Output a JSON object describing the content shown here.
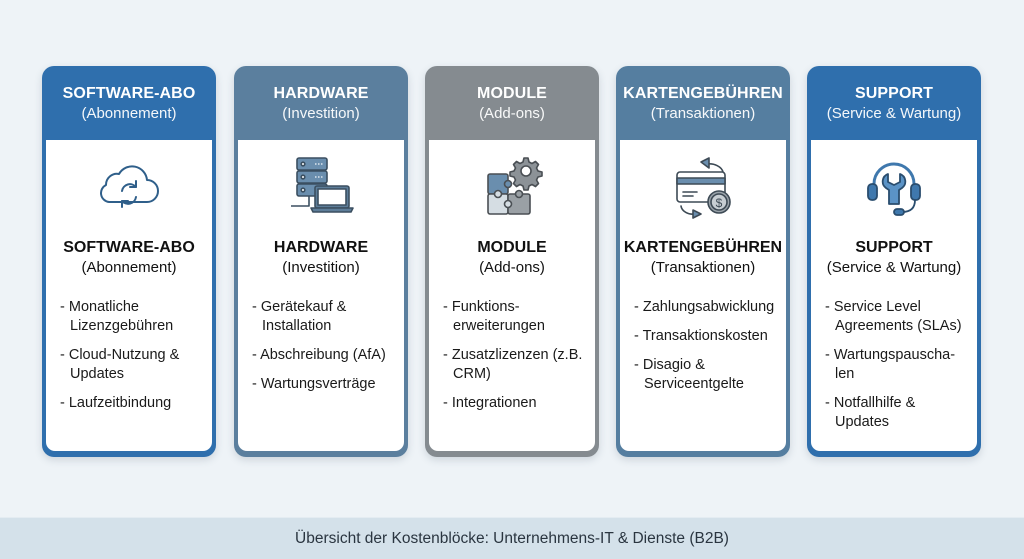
{
  "cards": [
    {
      "header_title": "SOFTWARE-ABO",
      "header_subtitle": "(Abonnement)",
      "icon": "cloud-sync-icon",
      "title": "SOFTWARE-ABO",
      "subtitle": "(Abonnement)",
      "items": [
        "Monatliche Lizenzgebühren",
        "Cloud-Nutzung & Updates",
        "Laufzeitbindung"
      ],
      "color": "#2f6fad"
    },
    {
      "header_title": "HARDWARE",
      "header_subtitle": "(Investition)",
      "icon": "server-laptop-icon",
      "title": "HARDWARE",
      "subtitle": "(Investition)",
      "items": [
        "Gerätekauf & Installation",
        "Abschreibung (AfA)",
        "Wartungsverträge"
      ],
      "color": "#5b7f9e"
    },
    {
      "header_title": "MODULE",
      "header_subtitle": "(Add-ons)",
      "icon": "puzzle-gear-icon",
      "title": "MODULE",
      "subtitle": "(Add-ons)",
      "items": [
        "Funktions-erweiterungen",
        "Zusatzlizenzen (z.B. CRM)",
        "Integrationen"
      ],
      "color": "#858b90"
    },
    {
      "header_title": "KARTENGEBÜHREN",
      "header_subtitle": "(Transaktionen)",
      "icon": "credit-card-coin-icon",
      "title": "KARTENGEBÜHREN",
      "subtitle": "(Transaktionen)",
      "items": [
        "Zahlungsabwicklung",
        "Transaktionskosten",
        "Disagio & Serviceentgelte"
      ],
      "color": "#557ea0"
    },
    {
      "header_title": "SUPPORT",
      "header_subtitle": "(Service & Wartung)",
      "icon": "headset-wrench-icon",
      "title": "SUPPORT",
      "subtitle": "(Service & Wartung)",
      "items": [
        "Service Level Agreements (SLAs)",
        "Wartungspauscha-len",
        "Notfallhilfe & Updates"
      ],
      "color": "#2f6fad"
    }
  ],
  "footer": {
    "caption": "Übersicht der Kostenblöcke: Unternehmens-IT & Dienste (B2B)"
  }
}
